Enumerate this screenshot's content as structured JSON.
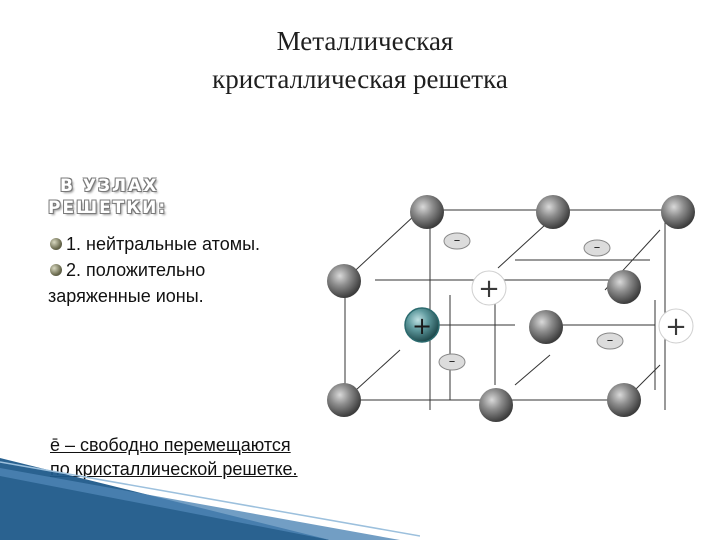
{
  "title": {
    "line1": "Металлическая",
    "line2": "кристаллическая решетка"
  },
  "heading": {
    "line1": "В УЗЛАХ",
    "line2": "РЕШЕТКИ:"
  },
  "items": [
    {
      "text": "1. нейтральные атомы."
    },
    {
      "text_line1": "2. положительно",
      "text_line2": "заряженные ионы."
    }
  ],
  "note": {
    "line1": "ē – свободно перемещаются",
    "line2": "по кристаллической решетке."
  },
  "lattice": {
    "electron_symbol": "–",
    "ion_symbol": "+",
    "colors": {
      "atom": "#7a7a7a",
      "ion_highlight": "#2f6f73",
      "line": "#333333",
      "electron_fill": "#dcdcdc"
    }
  },
  "decoration": {
    "corner_color": "#1f5a8a"
  }
}
